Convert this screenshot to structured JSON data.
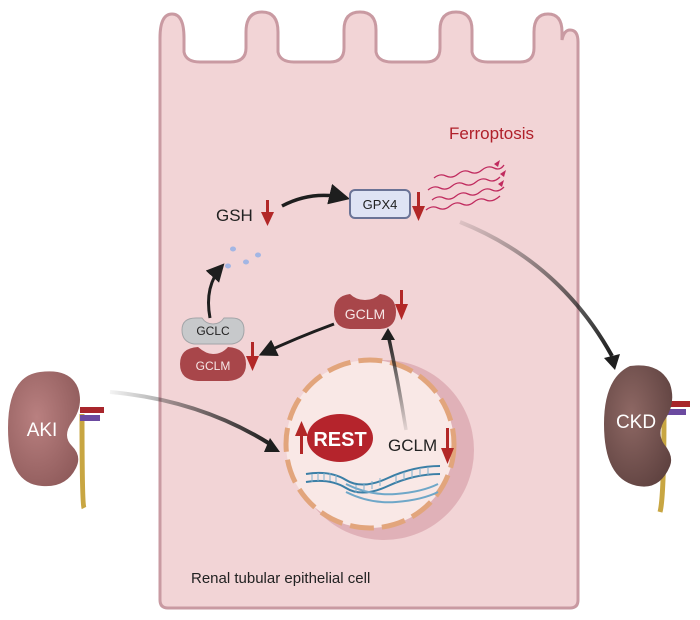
{
  "labels": {
    "ferroptosis": "Ferroptosis",
    "gsh": "GSH",
    "gpx4": "GPX4",
    "gclc": "GCLC",
    "gclm_complex": "GCLM",
    "gclm_cytoplasm": "GCLM",
    "rest": "REST",
    "gclm_nucleus": "GCLM",
    "aki": "AKI",
    "ckd": "CKD",
    "cell": "Renal tubular epithelial cell"
  },
  "colors": {
    "cell_fill": "#f2d4d6",
    "cell_stroke": "#c99aa2",
    "down_arrow": "#b22727",
    "ferroptosis_text": "#b0202a",
    "nucleus_fill": "#f9e8e6",
    "nucleus_ring": "#e2a57c",
    "rest_fill": "#b5242c",
    "gclm_protein": "#a8464a",
    "gclc_protein": "#c7c9cb",
    "kidney_fill": "#a86f6e",
    "ckd_kidney_fill": "#7e5a57"
  }
}
